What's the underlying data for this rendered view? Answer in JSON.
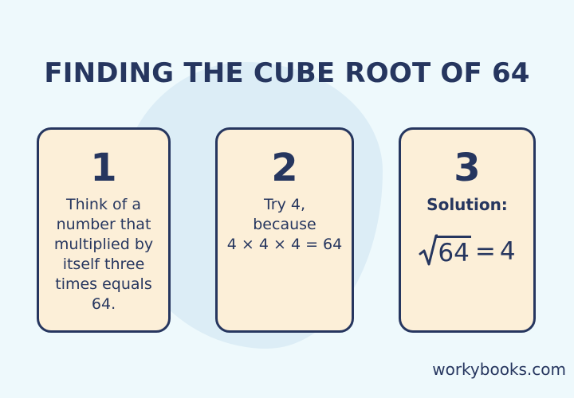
{
  "title": "FINDING THE CUBE ROOT OF 64",
  "steps": [
    {
      "number": "1",
      "lines": [
        "Think of a",
        "number that",
        "multiplied by",
        "itself three",
        "times equals",
        "64."
      ]
    },
    {
      "number": "2",
      "lines": [
        "Try 4,",
        "because",
        "4 × 4 × 4 = 64"
      ]
    },
    {
      "number": "3",
      "label": "Solution:",
      "equation": {
        "radicand": "64",
        "equals": "=",
        "result": "4"
      }
    }
  ],
  "brand": "workybooks.com",
  "colors": {
    "background": "#eef9fc",
    "blob": "#dcedf6",
    "card_fill": "#fcefd8",
    "ink": "#26365f"
  }
}
